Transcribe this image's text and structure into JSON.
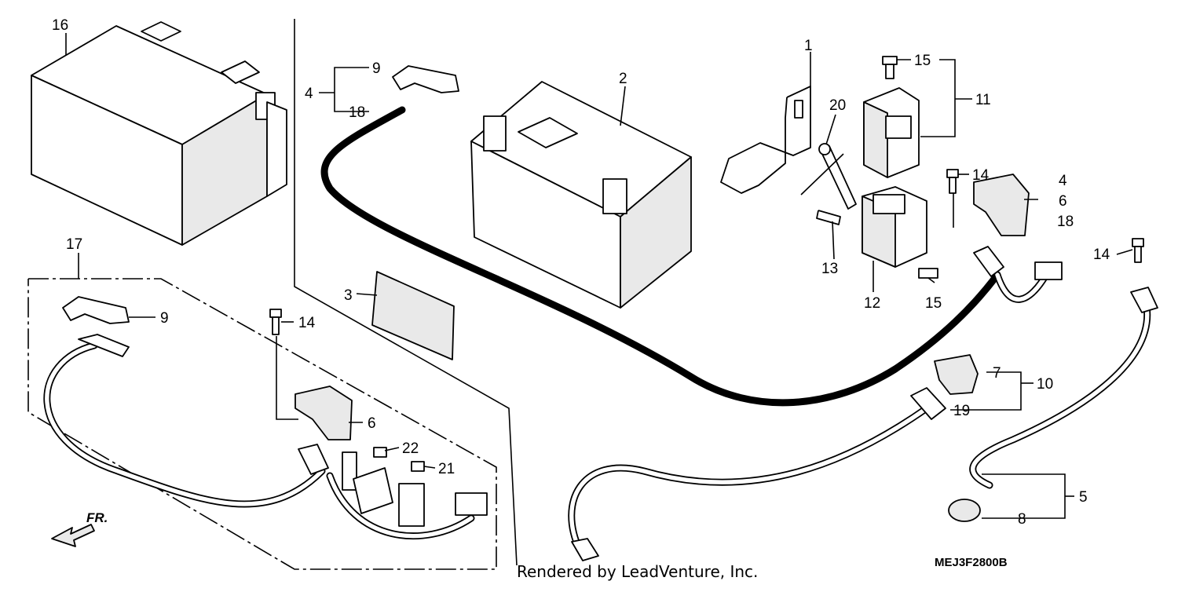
{
  "diagram": {
    "callouts": [
      {
        "id": "c1",
        "text": "1"
      },
      {
        "id": "c2",
        "text": "2"
      },
      {
        "id": "c3",
        "text": "3"
      },
      {
        "id": "c4a",
        "text": "4"
      },
      {
        "id": "c4b",
        "text": "4"
      },
      {
        "id": "c5",
        "text": "5"
      },
      {
        "id": "c6a",
        "text": "6"
      },
      {
        "id": "c6b",
        "text": "6"
      },
      {
        "id": "c7",
        "text": "7"
      },
      {
        "id": "c8",
        "text": "8"
      },
      {
        "id": "c9a",
        "text": "9"
      },
      {
        "id": "c9b",
        "text": "9"
      },
      {
        "id": "c10",
        "text": "10"
      },
      {
        "id": "c11",
        "text": "11"
      },
      {
        "id": "c12",
        "text": "12"
      },
      {
        "id": "c13",
        "text": "13"
      },
      {
        "id": "c14a",
        "text": "14"
      },
      {
        "id": "c14b",
        "text": "14"
      },
      {
        "id": "c14c",
        "text": "14"
      },
      {
        "id": "c15a",
        "text": "15"
      },
      {
        "id": "c15b",
        "text": "15"
      },
      {
        "id": "c16",
        "text": "16"
      },
      {
        "id": "c17",
        "text": "17"
      },
      {
        "id": "c18a",
        "text": "18"
      },
      {
        "id": "c18b",
        "text": "18"
      },
      {
        "id": "c19",
        "text": "19"
      },
      {
        "id": "c20",
        "text": "20"
      },
      {
        "id": "c21",
        "text": "21"
      },
      {
        "id": "c22",
        "text": "22"
      }
    ],
    "direction_label": "FR.",
    "diagram_code": "MEJ3F2800B"
  },
  "footer": {
    "credit": "Rendered by LeadVenture, Inc."
  },
  "colors": {
    "line": "#000000",
    "background": "#ffffff",
    "shade": "#e9e9e9"
  }
}
